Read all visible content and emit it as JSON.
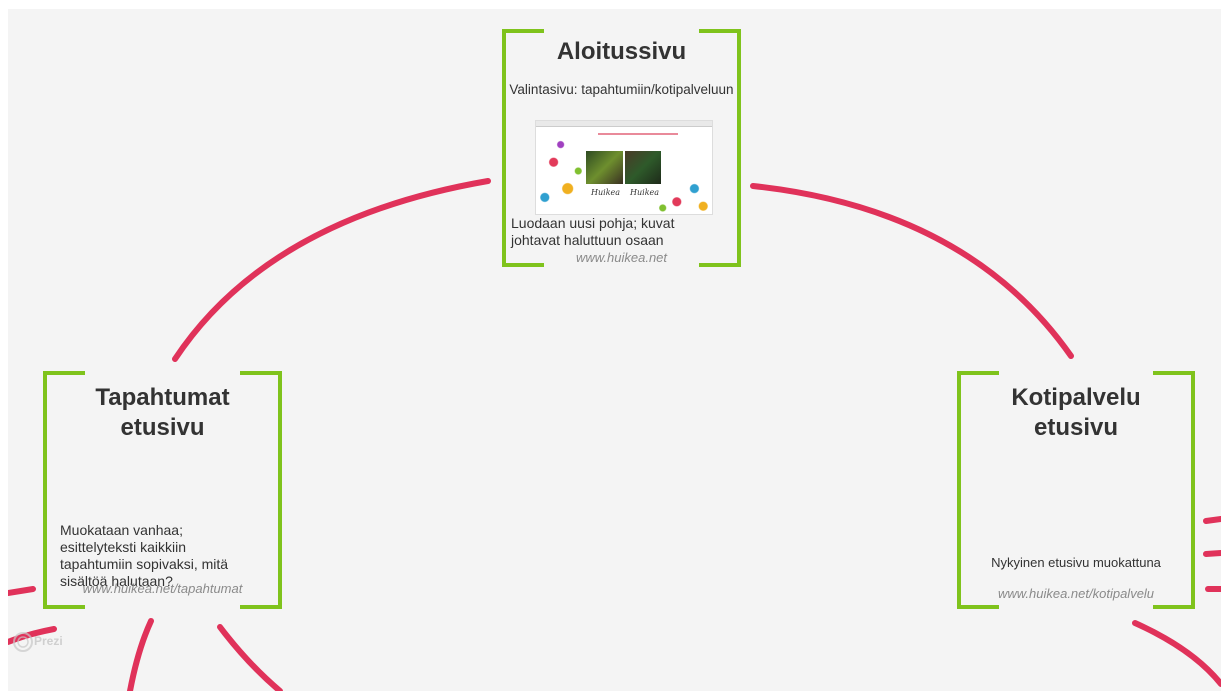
{
  "frames": {
    "top": {
      "title": "Aloitussivu",
      "subtitle": "Valintasivu: tapahtumiin/kotipalveluun",
      "description": "Luodaan uusi pohja; kuvat johtavat haluttuun osaan",
      "url": "www.huikea.net",
      "thumbnail": {
        "logo_left": "Huikea",
        "logo_right": "Huikea"
      }
    },
    "left": {
      "title_line1": "Tapahtumat",
      "title_line2": "etusivu",
      "description": "Muokataan vanhaa; esittelyteksti kaikkiin tapahtumiin sopivaksi, mitä sisältöä halutaan?",
      "url": "www.huikea.net/tapahtumat"
    },
    "right": {
      "title_line1": "Kotipalvelu",
      "title_line2": "etusivu",
      "description": "Nykyinen etusivu muokattuna",
      "url": "www.huikea.net/kotipalvelu"
    }
  },
  "branding": {
    "logo": "Prezi"
  },
  "colors": {
    "accent_bracket": "#7fc31c",
    "path_line": "#e0325a",
    "canvas": "#f4f4f4"
  }
}
